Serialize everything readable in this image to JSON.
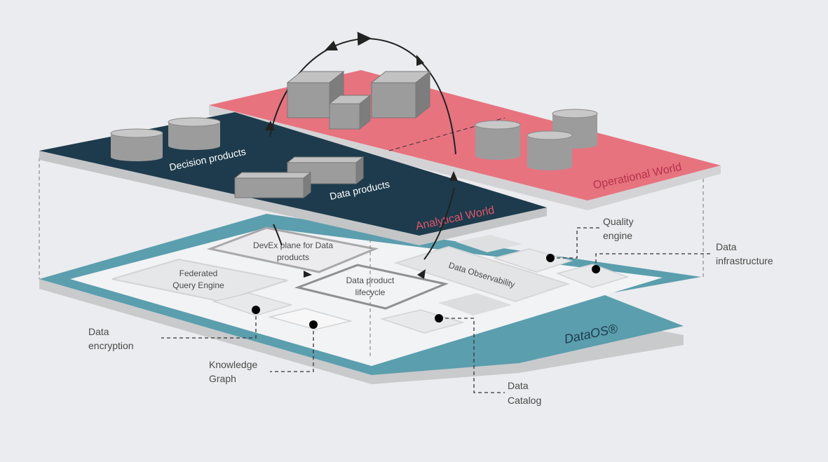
{
  "layers": {
    "operational_world": "Operational World",
    "analytical_world": "Analytical World",
    "platform": "DataOS®"
  },
  "analytical_labels": {
    "decision_products": "Decision products",
    "data_products": "Data products"
  },
  "modules": {
    "devex_line1": "DevEx plane for Data",
    "devex_line2": "products",
    "federated_line1": "Federated",
    "federated_line2": "Query Engine",
    "lifecycle_line1": "Data product",
    "lifecycle_line2": "lifecycle",
    "observability": "Data Observability"
  },
  "callouts": {
    "quality_line1": "Quality",
    "quality_line2": "engine",
    "infra_line1": "Data",
    "infra_line2": "infrastructure",
    "encryption_line1": "Data",
    "encryption_line2": "encryption",
    "knowledge_line1": "Knowledge",
    "knowledge_line2": "Graph",
    "catalog_line1": "Data",
    "catalog_line2": "Catalog"
  },
  "colors": {
    "background": "#ebecef",
    "operational_layer": "#e7737f",
    "analytical_layer": "#1d3b4c",
    "platform_border": "#5b9ead",
    "platform_inner": "#f2f3f5",
    "cube_gray": "#9c9c9c"
  }
}
